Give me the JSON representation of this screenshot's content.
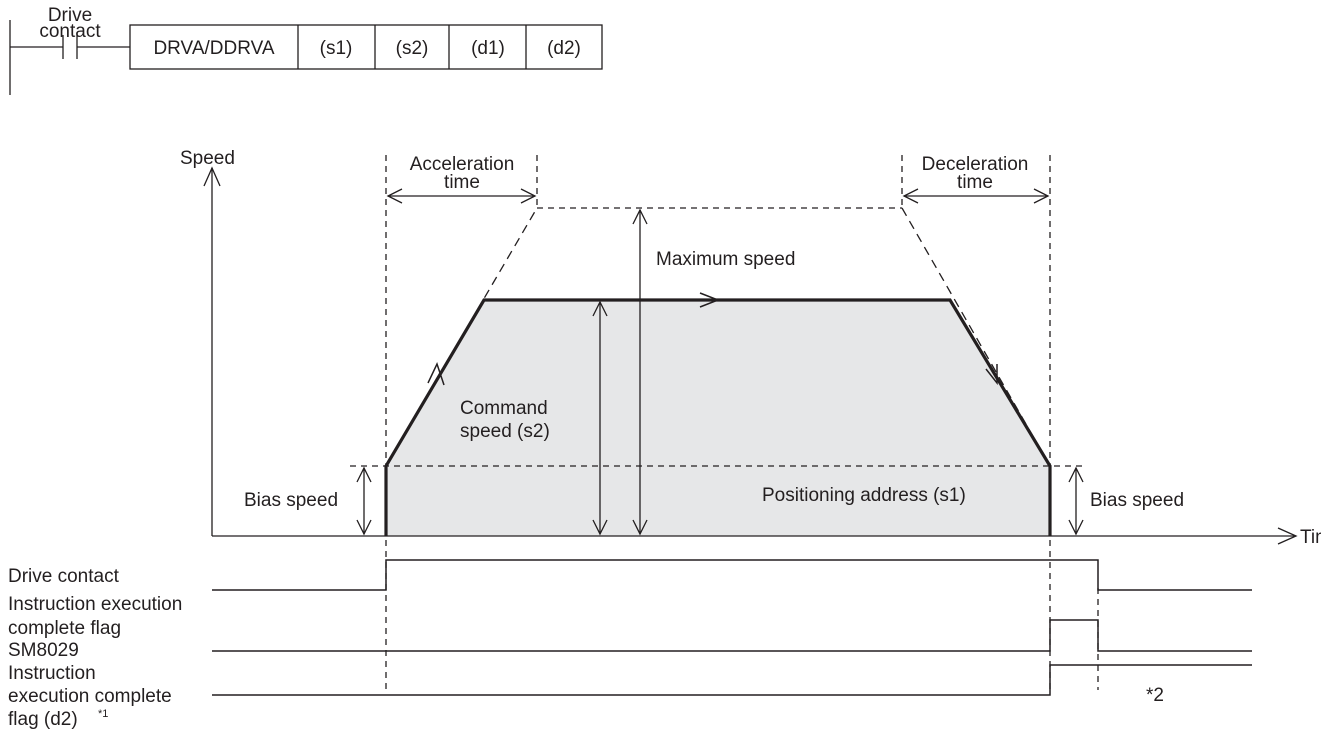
{
  "ladder": {
    "contact_label_line1": "Drive",
    "contact_label_line2": "contact",
    "instruction": "DRVA/DDRVA",
    "operands": [
      "(s1)",
      "(s2)",
      "(d1)",
      "(d2)"
    ]
  },
  "axes": {
    "y_label": "Speed",
    "x_label": "Time"
  },
  "annotations": {
    "accel_line1": "Acceleration",
    "accel_line2": "time",
    "decel_line1": "Deceleration",
    "decel_line2": "time",
    "max_speed": "Maximum speed",
    "command_speed_line1": "Command",
    "command_speed_line2": "speed (s2)",
    "bias_speed_left": "Bias speed",
    "bias_speed_right": "Bias speed",
    "positioning_address": "Positioning address (s1)"
  },
  "signals": {
    "drive_contact": "Drive contact",
    "sm8029_line1": "Instruction execution",
    "sm8029_line2": "complete flag",
    "sm8029_line3": "SM8029",
    "d2_line1": "Instruction",
    "d2_line2": "execution complete",
    "d2_line3": "flag (d2)",
    "d2_footnote": "*1",
    "note2": "*2"
  }
}
